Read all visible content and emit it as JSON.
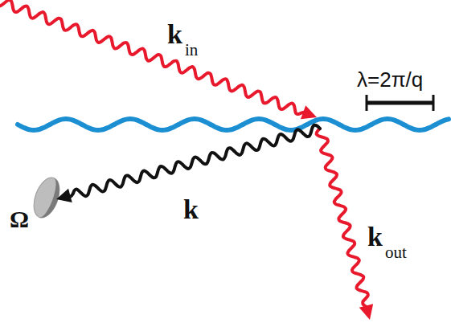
{
  "diagram": {
    "labels": [
      "k",
      "in",
      "λ=2π/q",
      "Ω",
      "k",
      "k",
      "out"
    ]
  }
}
